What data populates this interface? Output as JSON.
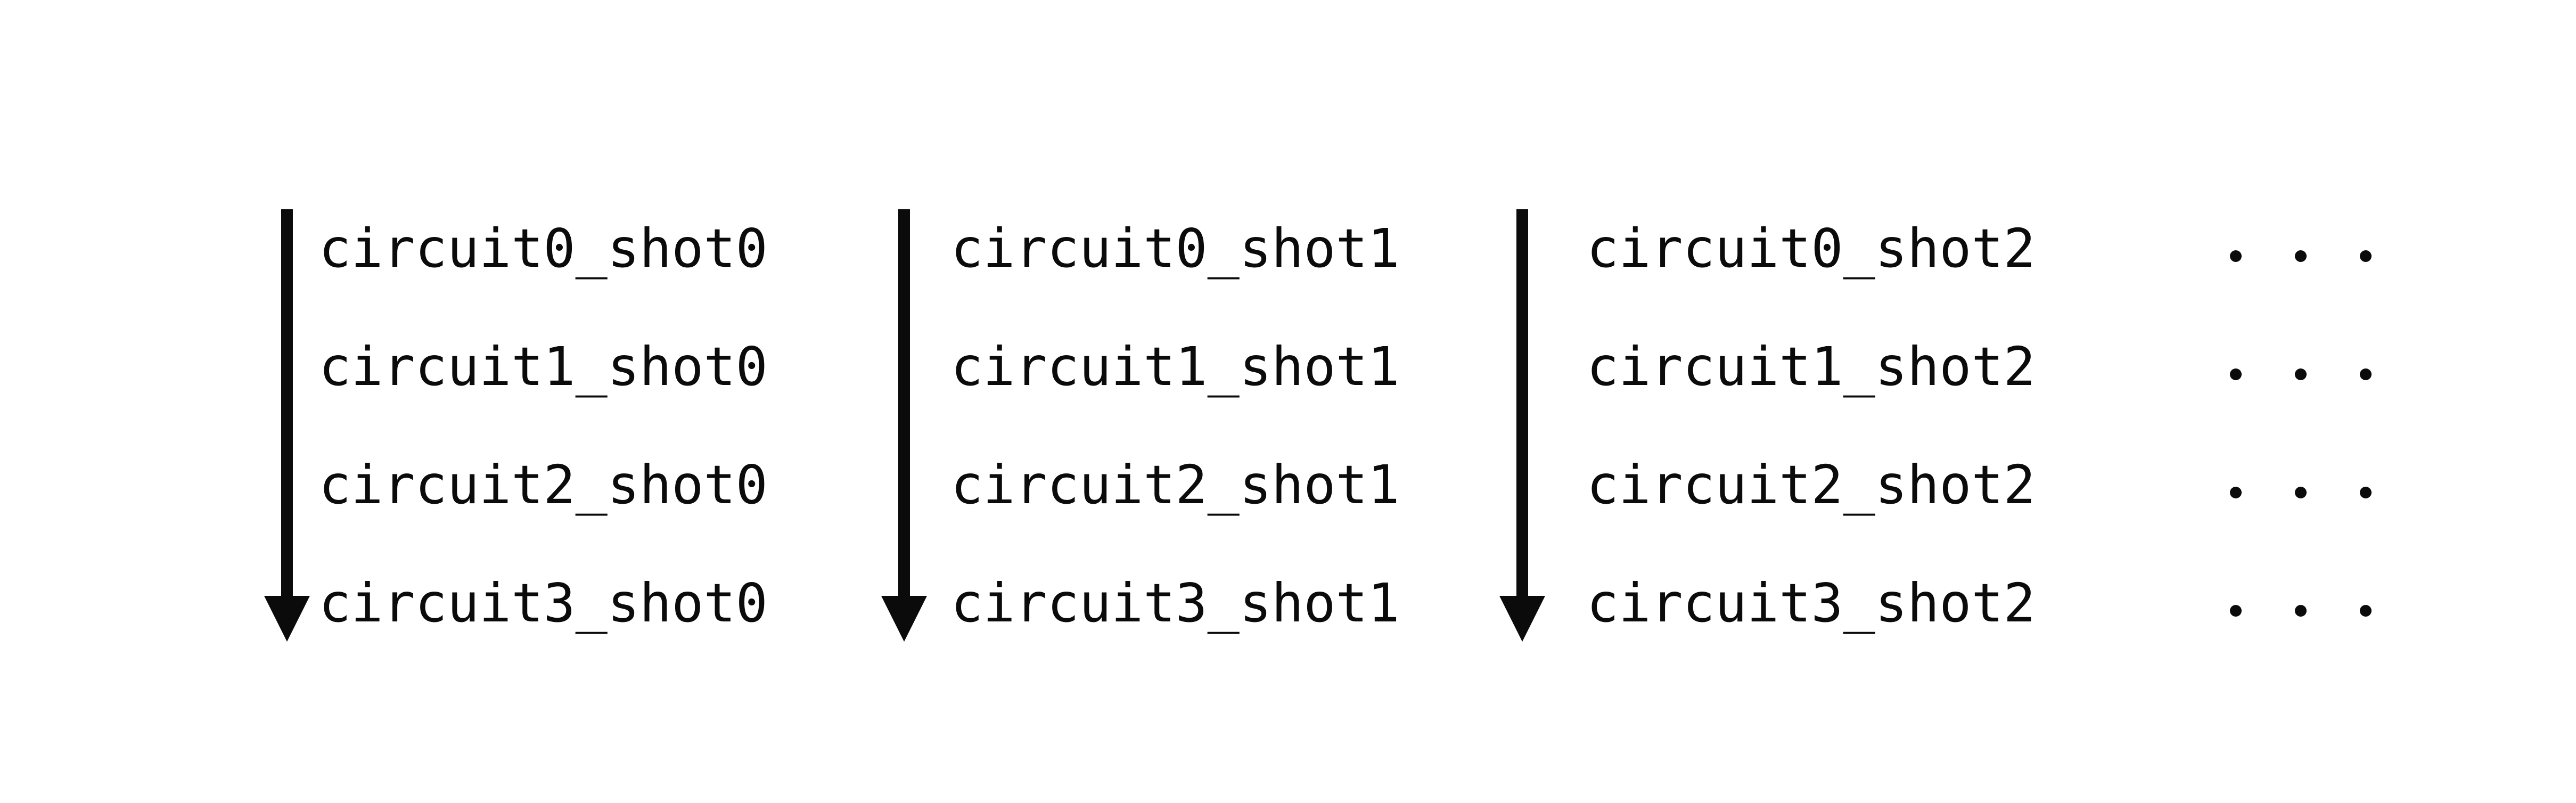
{
  "diagram": {
    "background_color": "#ffffff",
    "ink_color": "#0b0b0b",
    "columns": [
      {
        "labels": [
          "circuit0_shot0",
          "circuit1_shot0",
          "circuit2_shot0",
          "circuit3_shot0"
        ]
      },
      {
        "labels": [
          "circuit0_shot1",
          "circuit1_shot1",
          "circuit2_shot1",
          "circuit3_shot1"
        ]
      },
      {
        "labels": [
          "circuit0_shot2",
          "circuit1_shot2",
          "circuit2_shot2",
          "circuit3_shot2"
        ]
      }
    ],
    "ellipsis_rows": 4,
    "ellipsis_dots_per_row": 3
  }
}
